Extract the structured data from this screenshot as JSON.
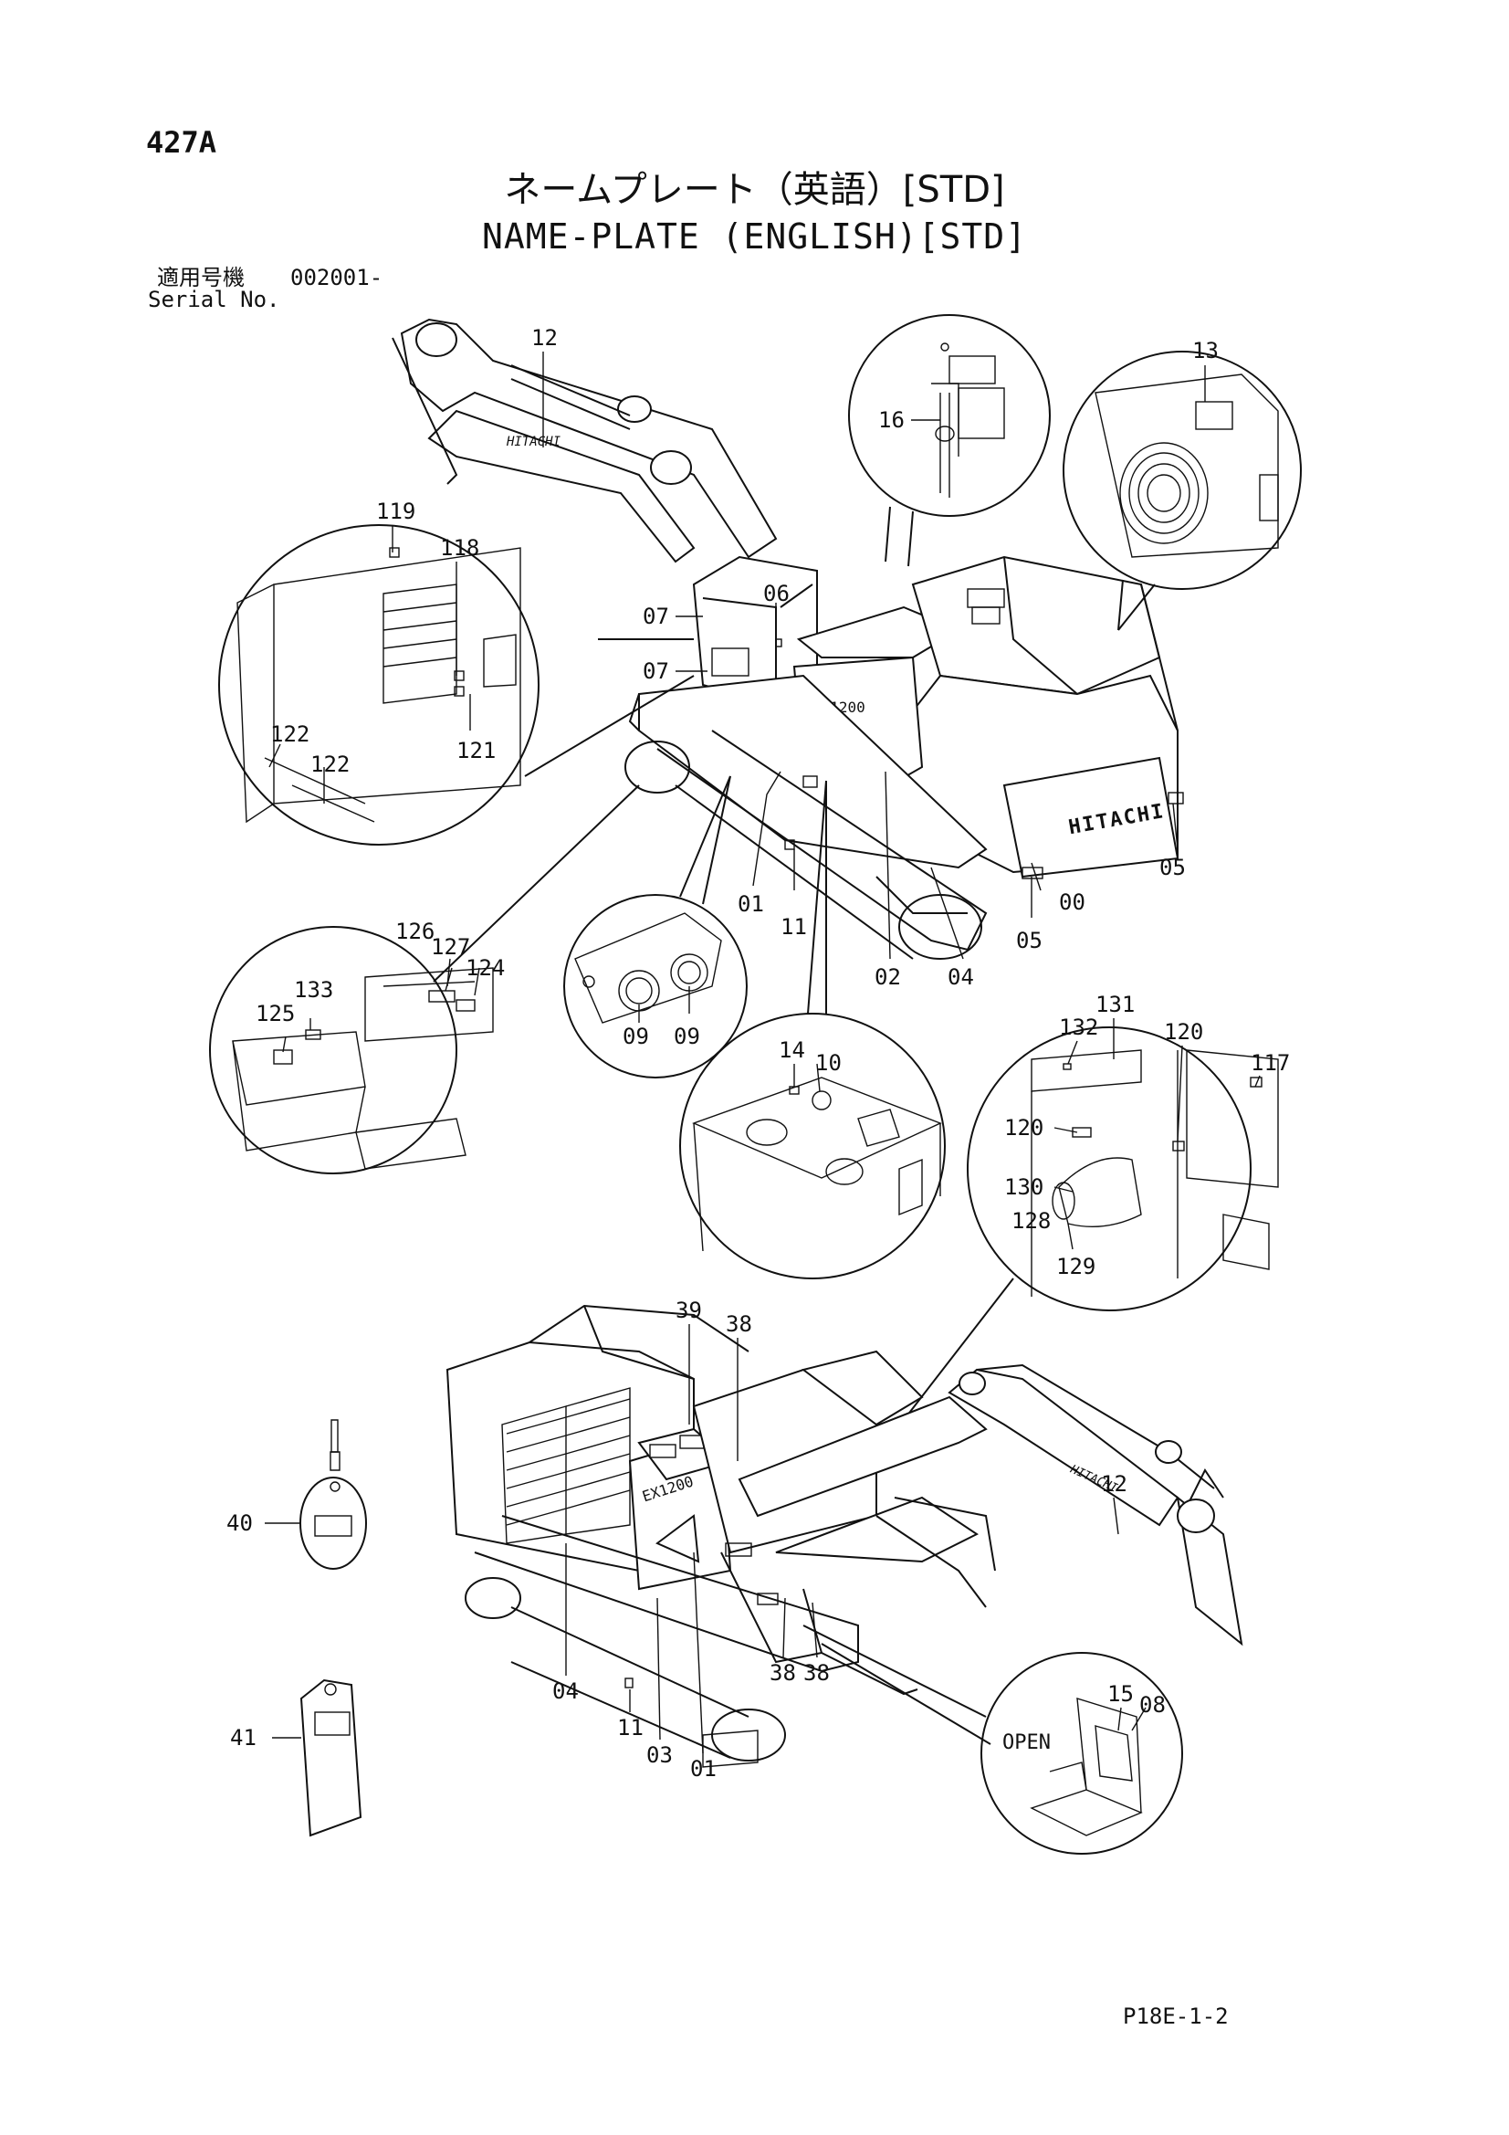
{
  "page": {
    "page_number": "427A",
    "title_jp": "ネームプレート（英語）[STD]",
    "title_en": "NAME-PLATE (ENGLISH)[STD]",
    "serial_label_jp": "適用号機",
    "serial_number": "002001-",
    "serial_label_en": "Serial No.",
    "footer_code": "P18E-1-2"
  },
  "decals": {
    "boom_logo": "HITACHI",
    "counterweight_logo": "HITACHI",
    "model_upper": "EX1200",
    "model_lower": "EX1200",
    "open_label": "OPEN"
  },
  "callouts": [
    {
      "id": "c-12-top",
      "label": "12"
    },
    {
      "id": "c-13",
      "label": "13"
    },
    {
      "id": "c-16",
      "label": "16"
    },
    {
      "id": "c-119",
      "label": "119"
    },
    {
      "id": "c-118",
      "label": "118"
    },
    {
      "id": "c-06",
      "label": "06"
    },
    {
      "id": "c-07a",
      "label": "07"
    },
    {
      "id": "c-07b",
      "label": "07"
    },
    {
      "id": "c-122a",
      "label": "122"
    },
    {
      "id": "c-122b",
      "label": "122"
    },
    {
      "id": "c-121",
      "label": "121"
    },
    {
      "id": "c-01-top",
      "label": "01"
    },
    {
      "id": "c-11-top",
      "label": "11"
    },
    {
      "id": "c-02",
      "label": "02"
    },
    {
      "id": "c-04-top",
      "label": "04"
    },
    {
      "id": "c-00",
      "label": "00"
    },
    {
      "id": "c-05a",
      "label": "05"
    },
    {
      "id": "c-05b",
      "label": "05"
    },
    {
      "id": "c-126",
      "label": "126"
    },
    {
      "id": "c-127",
      "label": "127"
    },
    {
      "id": "c-124",
      "label": "124"
    },
    {
      "id": "c-133",
      "label": "133"
    },
    {
      "id": "c-125",
      "label": "125"
    },
    {
      "id": "c-09a",
      "label": "09"
    },
    {
      "id": "c-09b",
      "label": "09"
    },
    {
      "id": "c-14",
      "label": "14"
    },
    {
      "id": "c-10",
      "label": "10"
    },
    {
      "id": "c-131",
      "label": "131"
    },
    {
      "id": "c-132",
      "label": "132"
    },
    {
      "id": "c-120a",
      "label": "120"
    },
    {
      "id": "c-117",
      "label": "117"
    },
    {
      "id": "c-120b",
      "label": "120"
    },
    {
      "id": "c-130",
      "label": "130"
    },
    {
      "id": "c-128",
      "label": "128"
    },
    {
      "id": "c-129",
      "label": "129"
    },
    {
      "id": "c-39",
      "label": "39"
    },
    {
      "id": "c-38-top",
      "label": "38"
    },
    {
      "id": "c-12-bot",
      "label": "12"
    },
    {
      "id": "c-40",
      "label": "40"
    },
    {
      "id": "c-41",
      "label": "41"
    },
    {
      "id": "c-04-bot",
      "label": "04"
    },
    {
      "id": "c-11-bot",
      "label": "11"
    },
    {
      "id": "c-03",
      "label": "03"
    },
    {
      "id": "c-01-bot",
      "label": "01"
    },
    {
      "id": "c-38a",
      "label": "38"
    },
    {
      "id": "c-38b",
      "label": "38"
    },
    {
      "id": "c-15",
      "label": "15"
    },
    {
      "id": "c-08",
      "label": "08"
    }
  ]
}
